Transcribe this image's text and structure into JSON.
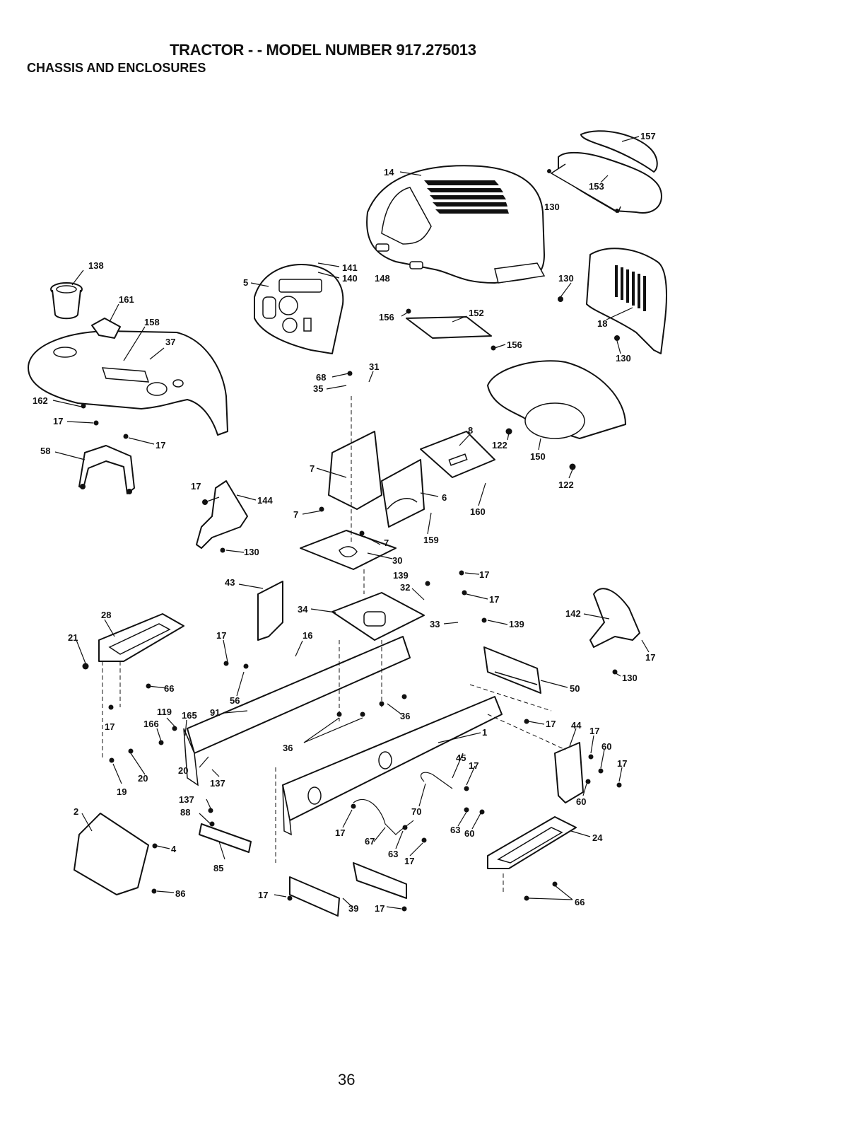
{
  "header": {
    "title": "TRACTOR - - MODEL NUMBER 917.275013",
    "subtitle": "CHASSIS AND ENCLOSURES"
  },
  "footer": {
    "page_number": "36"
  },
  "parts": {
    "p1": "1",
    "p2": "2",
    "p4": "4",
    "p5": "5",
    "p6": "6",
    "p7a": "7",
    "p7b": "7",
    "p7c": "7",
    "p8": "8",
    "p14": "14",
    "p16": "16",
    "p17": "17",
    "p18": "18",
    "p19": "19",
    "p20": "20",
    "p21": "21",
    "p24": "24",
    "p28": "28",
    "p30": "30",
    "p31": "31",
    "p32": "32",
    "p33": "33",
    "p34": "34",
    "p35": "35",
    "p36": "36",
    "p37": "37",
    "p39": "39",
    "p43": "43",
    "p44": "44",
    "p45": "45",
    "p50": "50",
    "p56": "56",
    "p58": "58",
    "p60": "60",
    "p63": "63",
    "p66": "66",
    "p67": "67",
    "p68": "68",
    "p70": "70",
    "p85": "85",
    "p86": "86",
    "p88": "88",
    "p91": "91",
    "p119": "119",
    "p122": "122",
    "p130": "130",
    "p137": "137",
    "p138": "138",
    "p139": "139",
    "p140": "140",
    "p141": "141",
    "p142": "142",
    "p144": "144",
    "p148": "148",
    "p150": "150",
    "p152": "152",
    "p153": "153",
    "p156": "156",
    "p157": "157",
    "p158": "158",
    "p159": "159",
    "p160": "160",
    "p161": "161",
    "p162": "162",
    "p165": "165",
    "p166": "166"
  }
}
